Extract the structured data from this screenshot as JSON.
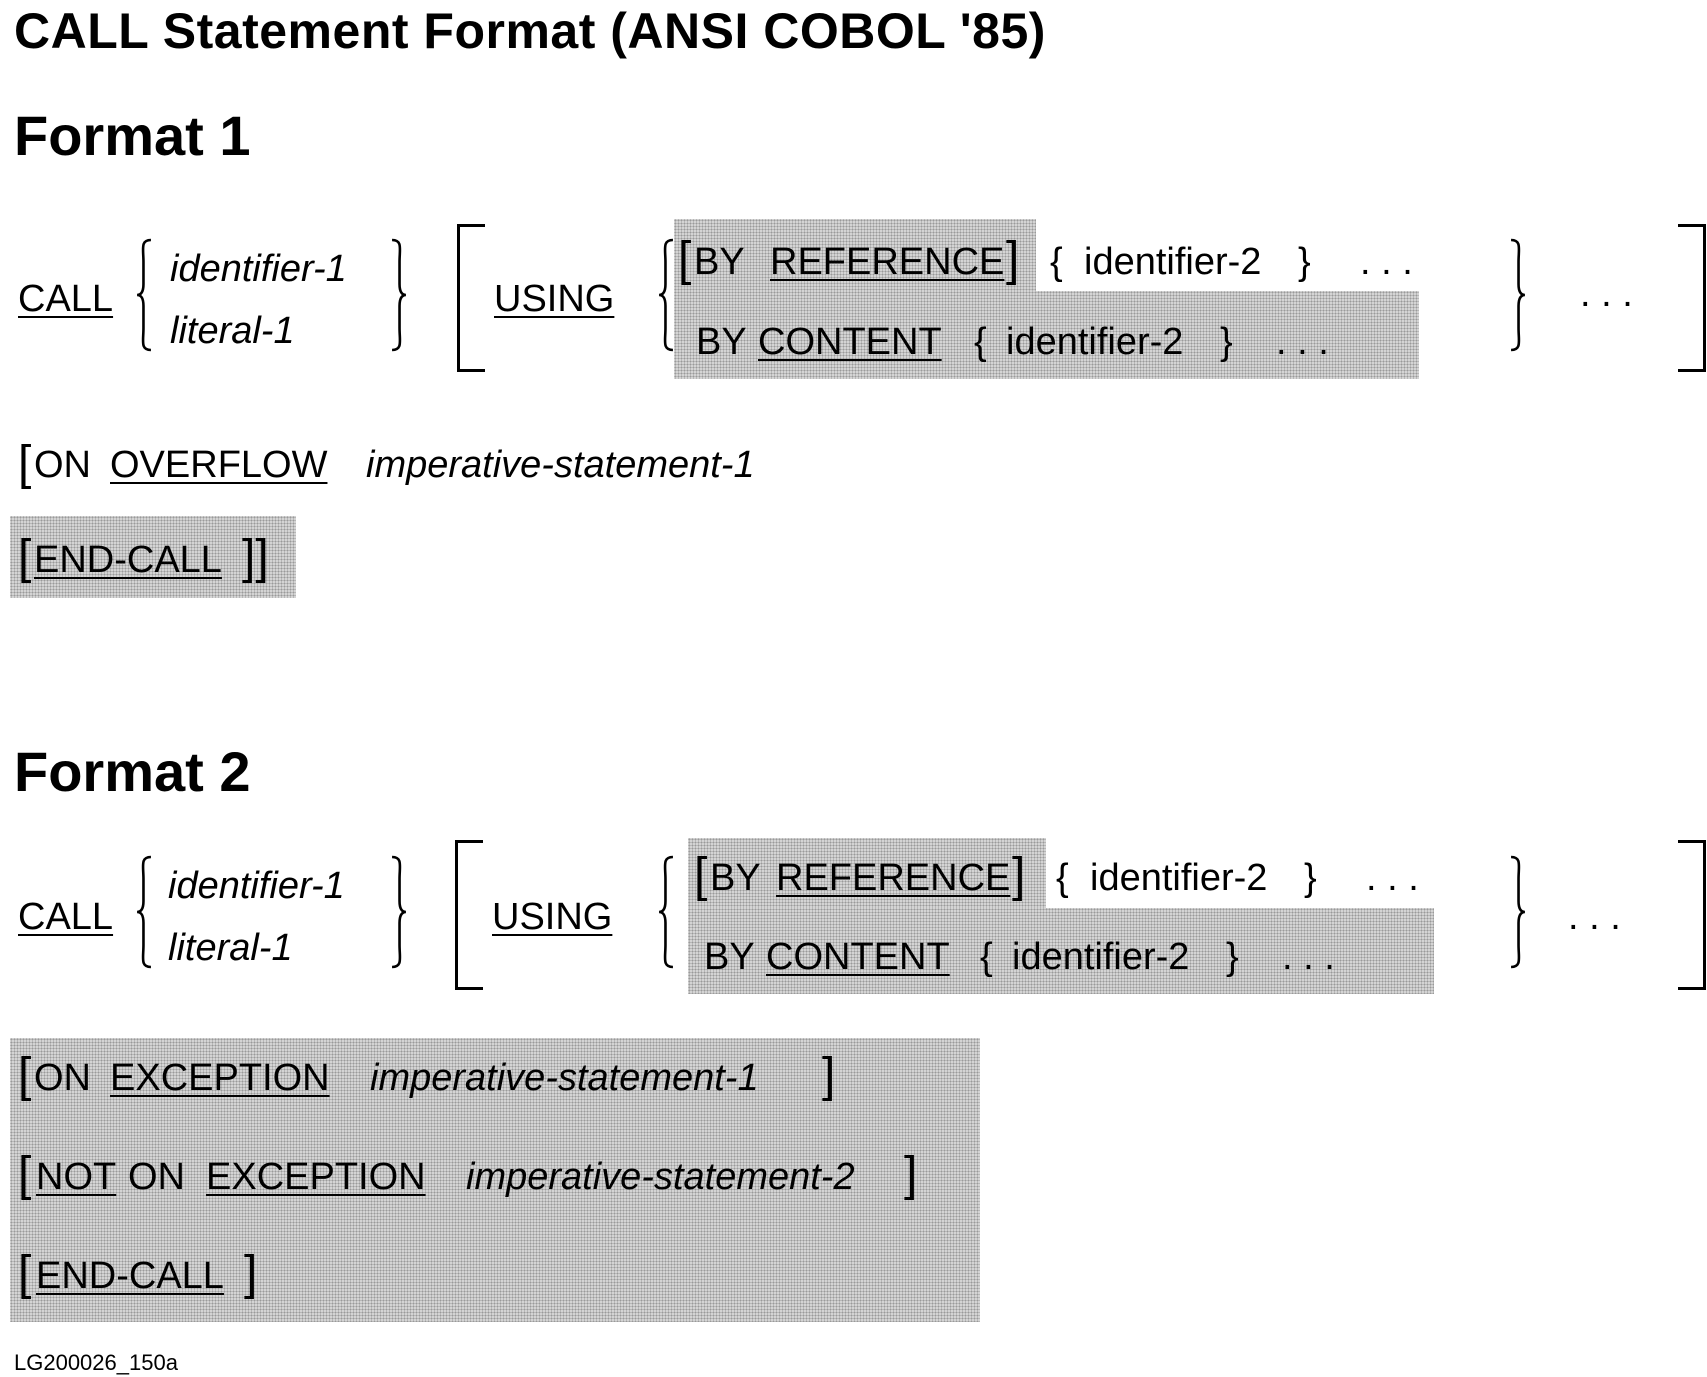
{
  "title": "CALL Statement Format (ANSI COBOL '85)",
  "code": "LG200026_150a",
  "dots": ". . .",
  "format1": {
    "heading": "Format 1",
    "call": "CALL",
    "id1": "identifier-1",
    "lit1": "literal-1",
    "using": "USING",
    "by": "BY",
    "reference": "REFERENCE",
    "content": "CONTENT",
    "id2": "identifier-2",
    "on": "ON",
    "overflow": "OVERFLOW",
    "imp1": "imperative-statement-1",
    "endcall": "END-CALL"
  },
  "format2": {
    "heading": "Format 2",
    "call": "CALL",
    "id1": "identifier-1",
    "lit1": "literal-1",
    "using": "USING",
    "by": "BY",
    "reference": "REFERENCE",
    "content": "CONTENT",
    "id2": "identifier-2",
    "on": "ON",
    "not": "NOT",
    "exception": "EXCEPTION",
    "imp1": "imperative-statement-1",
    "imp2": "imperative-statement-2",
    "endcall": "END-CALL"
  }
}
